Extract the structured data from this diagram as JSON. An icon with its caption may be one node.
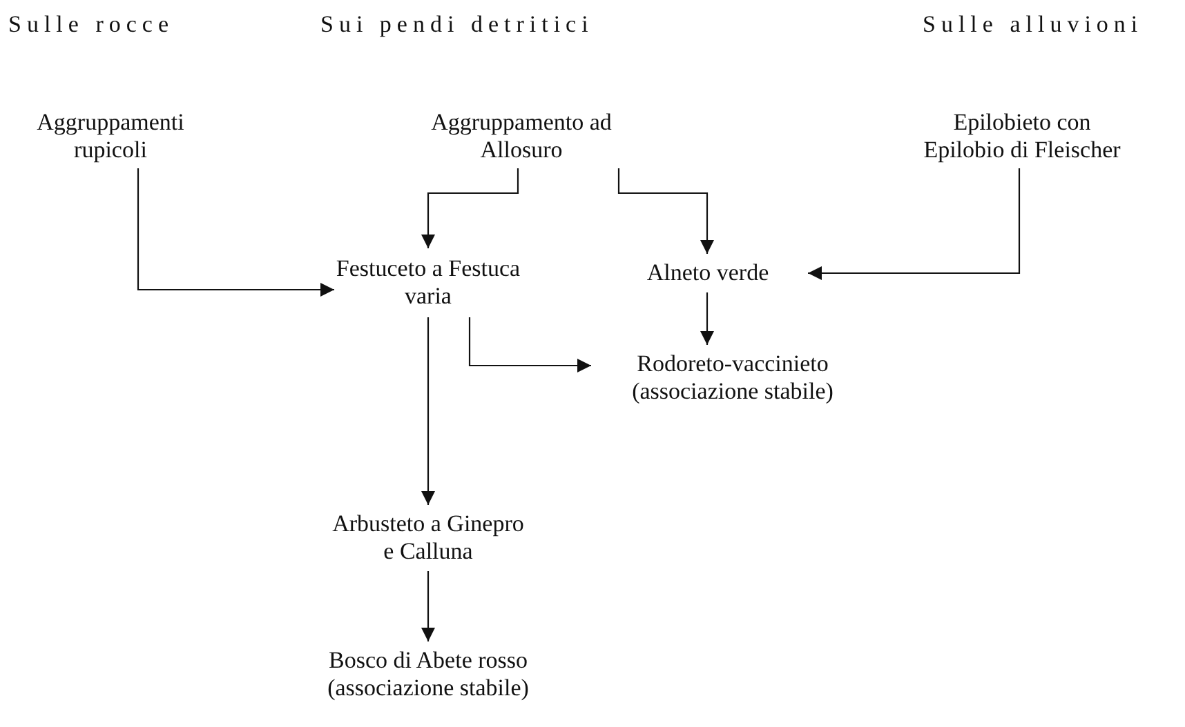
{
  "diagram": {
    "nodes": [
      {
        "text": [
          "Aggruppamenti rupicoli"
        ]
      },
      {
        "text": [
          "Aggruppamento ad Allosuro"
        ]
      },
      {
        "text": [
          "Epilobieto con Epilobio di Fleischer"
        ]
      },
      {
        "text": [
          "Festuceto a Festuca varia"
        ]
      },
      {
        "text": [
          "Alneto verde"
        ]
      },
      {
        "text": [
          "Rodoreto-vaccinieto (associazione stabile)"
        ]
      },
      {
        "text": [
          "Arbusteto a Ginepro e Calluna"
        ]
      },
      {
        "text": [
          "Bosco di Abete rosso (associazione stabile)"
        ]
      }
    ],
    "edges": [
      {
        "from": 0,
        "to": 3,
        "arrow": "to"
      },
      {
        "from": 1,
        "to": 3,
        "arrow": "to"
      },
      {
        "from": 1,
        "to": 4,
        "arrow": "to"
      },
      {
        "from": 2,
        "to": 4,
        "arrow": "to"
      },
      {
        "from": 4,
        "to": 5,
        "arrow": "to"
      },
      {
        "from": 3,
        "to": 5,
        "arrow": "to"
      },
      {
        "from": 3,
        "to": 6,
        "arrow": "to"
      },
      {
        "from": 6,
        "to": 7,
        "arrow": "to"
      }
    ],
    "labels": [
      "Sulle rocce",
      "Sui pendi detritici",
      "Sulle alluvioni"
    ]
  }
}
